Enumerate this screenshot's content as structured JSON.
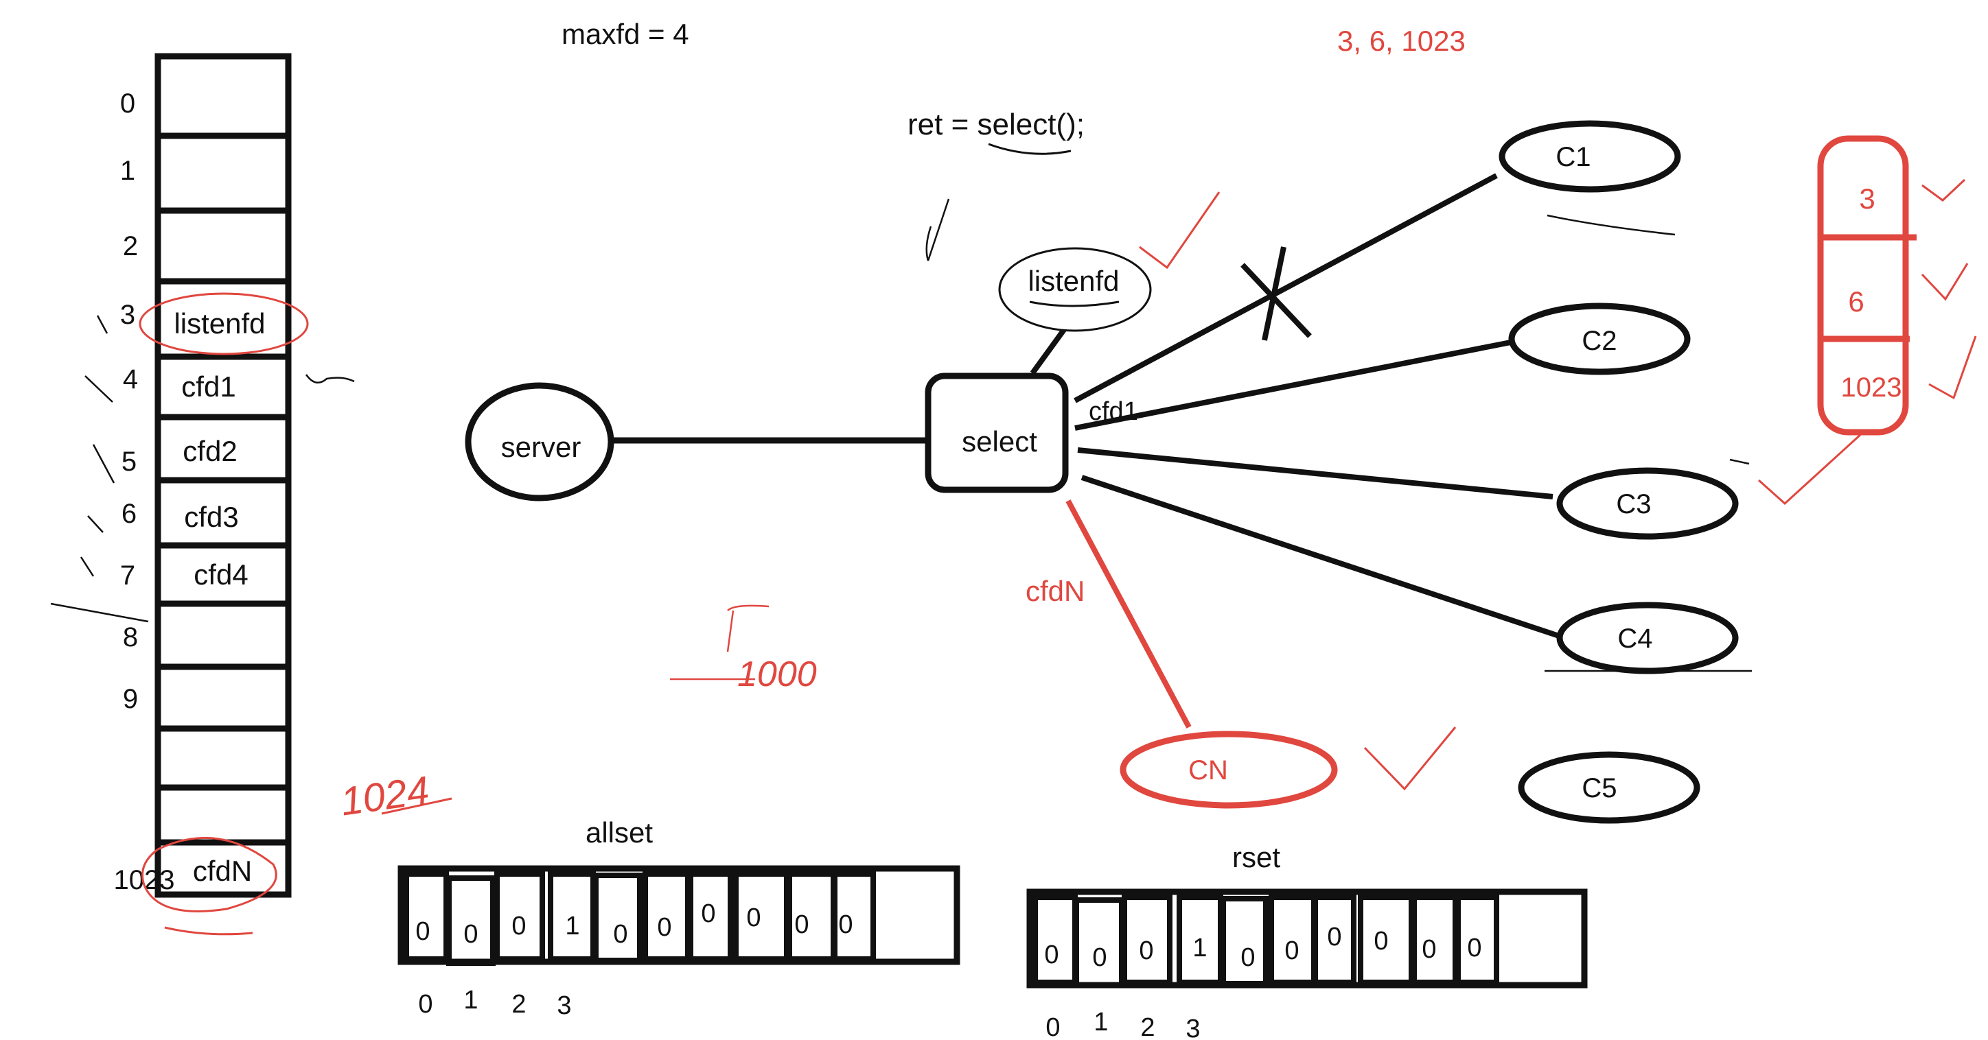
{
  "header": {
    "maxfd_text": "maxfd = 4",
    "ready_list_text": "3, 6, 1023",
    "select_call_text": "ret = select();"
  },
  "fd_table": {
    "index_labels": [
      "0",
      "1",
      "2",
      "3",
      "4",
      "5",
      "6",
      "7",
      "8",
      "9",
      "",
      "",
      "1023"
    ],
    "cells": [
      "",
      "",
      "",
      "listenfd",
      "cfd1",
      "cfd2",
      "cfd3",
      "cfd4",
      "",
      "",
      "",
      "",
      "cfdN"
    ],
    "handwritten_note": "1024"
  },
  "diagram": {
    "server_label": "server",
    "select_label": "select",
    "listenfd_label": "listenfd",
    "cfd1_label": "cfd1",
    "cfdN_label": "cfdN",
    "clients": [
      "C1",
      "C2",
      "C3",
      "C4",
      "C5"
    ],
    "red_client": "CN",
    "scribble_text": "1000"
  },
  "ready_stack": {
    "values": [
      "3",
      "6",
      "1023"
    ]
  },
  "allset": {
    "title": "allset",
    "bits": [
      "0",
      "0",
      "0",
      "1",
      "0",
      "0",
      "0",
      "0",
      "0",
      "0",
      ""
    ],
    "index_labels": [
      "0",
      "1",
      "2",
      "3"
    ]
  },
  "rset": {
    "title": "rset",
    "bits": [
      "0",
      "0",
      "0",
      "1",
      "0",
      "0",
      "0",
      "0",
      "0",
      "0",
      ""
    ],
    "index_labels": [
      "0",
      "1",
      "2",
      "3"
    ]
  },
  "colors": {
    "ink": "#111111",
    "annotation_red": "#e0473f"
  }
}
